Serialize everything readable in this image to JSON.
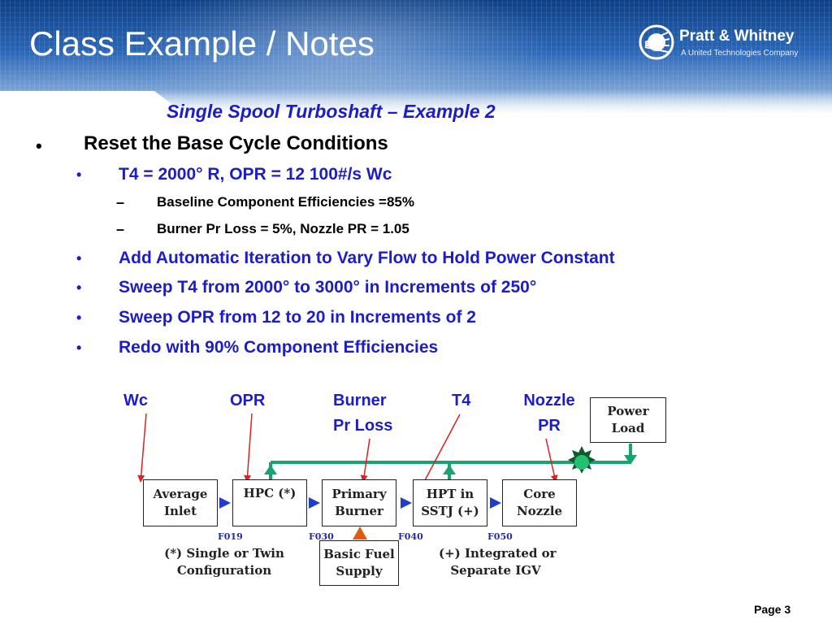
{
  "header": {
    "title": "Class Example / Notes",
    "logo_name": "Pratt & Whitney",
    "logo_sub": "A United Technologies Company"
  },
  "subtitle": "Single Spool Turboshaft – Example 2",
  "bullets": {
    "b1": {
      "marker": "•",
      "text": "Reset the Base Cycle Conditions"
    },
    "b1_1": {
      "marker": "•",
      "text": "T4 = 2000° R, OPR = 12 100#/s Wc"
    },
    "b1_1_1": {
      "marker": "–",
      "text": "Baseline Component Efficiencies =85%"
    },
    "b1_1_2": {
      "marker": "–",
      "text": "Burner Pr Loss = 5%, Nozzle PR = 1.05"
    },
    "b2": {
      "marker": "•",
      "text": "Add Automatic Iteration to Vary Flow to Hold Power Constant"
    },
    "b3": {
      "marker": "•",
      "text": "Sweep T4 from 2000° to 3000° in Increments of 250°"
    },
    "b4": {
      "marker": "•",
      "text": "Sweep OPR from 12 to 20 in Increments of 2"
    },
    "b5": {
      "marker": "•",
      "text": "Redo with 90% Component Efficiencies"
    }
  },
  "diagram": {
    "labels": {
      "wc": "Wc",
      "opr": "OPR",
      "burner_line1": "Burner",
      "burner_line2": "Pr Loss",
      "t4": "T4",
      "nozzle_line1": "Nozzle",
      "nozzle_line2": "PR"
    },
    "boxes": {
      "inlet": [
        "Average",
        "Inlet"
      ],
      "hpc": [
        "HPC (*)"
      ],
      "burner": [
        "Primary",
        "Burner"
      ],
      "hpt": [
        "HPT in",
        "SSTJ (+)"
      ],
      "nozzle": [
        "Core",
        "Nozzle"
      ],
      "fuel": [
        "Basic Fuel",
        "Supply"
      ],
      "load": [
        "Power",
        "Load"
      ]
    },
    "stations": {
      "s1": "F019",
      "s2": "F030",
      "s3": "F040",
      "s4": "F050"
    },
    "notes": {
      "single_twin_line1": "(*) Single or Twin",
      "single_twin_line2": "Configuration",
      "integrated_line1": "(+) Integrated or",
      "integrated_line2": "Separate IGV"
    },
    "colors": {
      "shaft": "#18a46e",
      "pointer": "#e02020",
      "flow_arrow": "#1f3fc8",
      "fuel_arrow": "#e05a10",
      "label": "#1d1dc8"
    }
  },
  "footer": {
    "page": "Page 3"
  }
}
